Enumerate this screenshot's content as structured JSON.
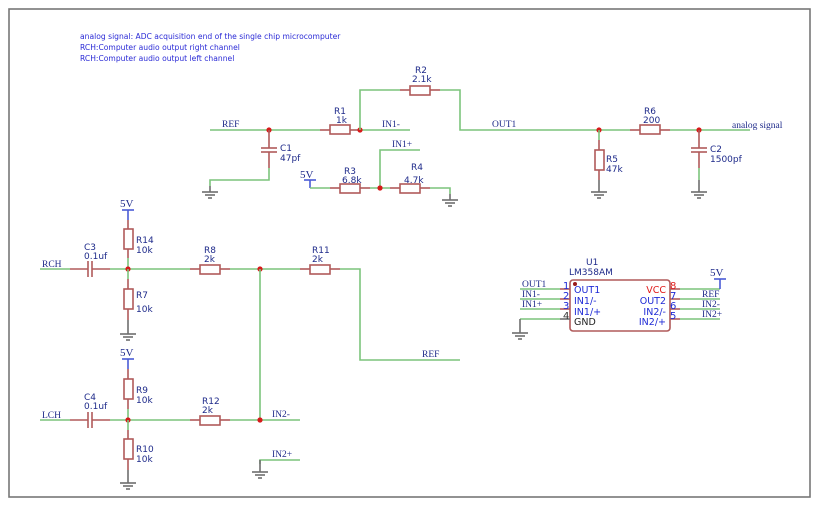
{
  "notes": [
    "analog signal: ADC acquisition end of the single chip microcomputer",
    "RCH:Computer audio output right channel",
    "RCH:Computer audio output left channel"
  ],
  "components": {
    "R1": {
      "ref": "R1",
      "value": "1k"
    },
    "R2": {
      "ref": "R2",
      "value": "2.1k"
    },
    "R3": {
      "ref": "R3",
      "value": "6.8k"
    },
    "R4": {
      "ref": "R4",
      "value": "4.7k"
    },
    "R5": {
      "ref": "R5",
      "value": "47k"
    },
    "R6": {
      "ref": "R6",
      "value": "200"
    },
    "R7": {
      "ref": "R7",
      "value": "10k"
    },
    "R8": {
      "ref": "R8",
      "value": "2k"
    },
    "R9": {
      "ref": "R9",
      "value": "10k"
    },
    "R10": {
      "ref": "R10",
      "value": "10k"
    },
    "R11": {
      "ref": "R11",
      "value": "2k"
    },
    "R12": {
      "ref": "R12",
      "value": "2k"
    },
    "R14": {
      "ref": "R14",
      "value": "10k"
    },
    "C1": {
      "ref": "C1",
      "value": "47pf"
    },
    "C2": {
      "ref": "C2",
      "value": "1500pf"
    },
    "C3": {
      "ref": "C3",
      "value": "0.1uf"
    },
    "C4": {
      "ref": "C4",
      "value": "0.1uf"
    },
    "U1": {
      "ref": "U1",
      "value": "LM358AM"
    }
  },
  "nets": {
    "ref": "REF",
    "in1_minus": "IN1-",
    "in1_plus": "IN1+",
    "out1": "OUT1",
    "analog_signal": "analog signal",
    "rch": "RCH",
    "lch": "LCH",
    "in2_minus": "IN2-",
    "in2_plus": "IN2+",
    "power": "5V"
  },
  "u1_pins": {
    "left": [
      {
        "num": "1",
        "name": "OUT1",
        "net": "OUT1"
      },
      {
        "num": "2",
        "name": "IN1/-",
        "net": "IN1-"
      },
      {
        "num": "3",
        "name": "IN1/+",
        "net": "IN1+"
      },
      {
        "num": "4",
        "name": "GND",
        "net": ""
      }
    ],
    "right": [
      {
        "num": "8",
        "name": "VCC",
        "net": "5V"
      },
      {
        "num": "7",
        "name": "OUT2",
        "net": "REF"
      },
      {
        "num": "6",
        "name": "IN2/-",
        "net": "IN2-"
      },
      {
        "num": "5",
        "name": "IN2/+",
        "net": "IN2+"
      }
    ]
  },
  "colors": {
    "wire": "#7cc47c",
    "component": "#b05a5a",
    "junction": "#d61a1a",
    "power": "#4a5bd6",
    "text": "#1e2a8a",
    "vcc_pin": "#e01a1a"
  }
}
